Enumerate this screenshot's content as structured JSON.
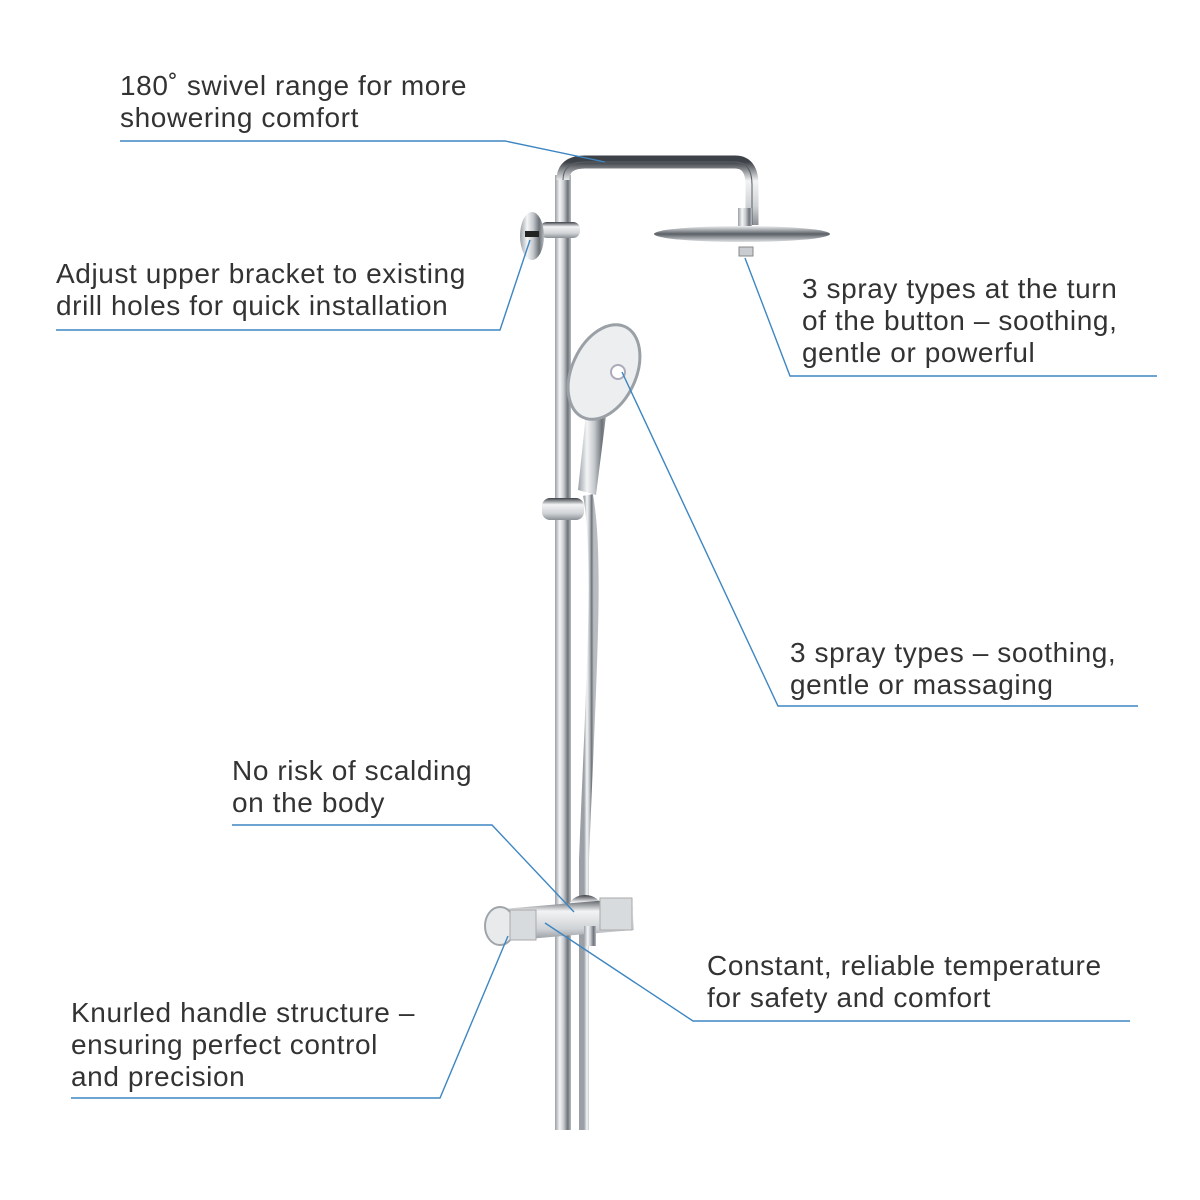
{
  "colors": {
    "leader": "#3d86c2",
    "text": "#333333",
    "chrome": "#c9ccd0"
  },
  "callouts": {
    "swivel": [
      "180˚ swivel range for more",
      "showering comfort"
    ],
    "bracket": [
      "Adjust upper bracket to existing",
      "drill holes for quick installation"
    ],
    "headshower": [
      "3 spray types at the turn",
      "of the button – soothing,",
      "gentle or powerful"
    ],
    "handshower": [
      "3 spray types – soothing,",
      "gentle or massaging"
    ],
    "scalding": [
      "No risk of scalding",
      "on the body"
    ],
    "temperature": [
      "Constant, reliable temperature",
      "for safety and comfort"
    ],
    "handle": [
      "Knurled handle structure –",
      "ensuring perfect control",
      "and precision"
    ]
  }
}
